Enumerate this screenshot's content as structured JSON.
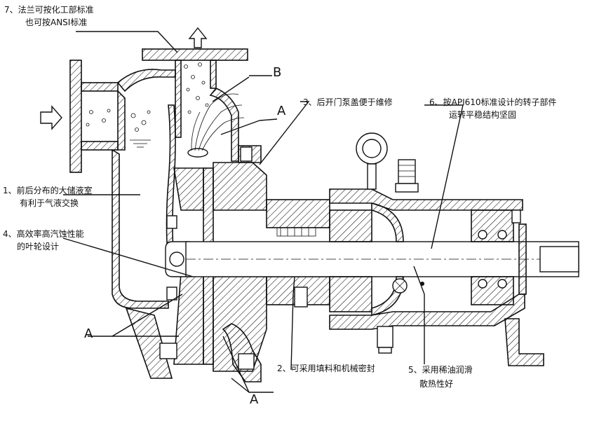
{
  "callouts": {
    "c7_line1": "7、法兰可按化工部标准",
    "c7_line2": "也可按ANSI标准",
    "c3": "3、后开门泵盖便于维修",
    "c6_line1": "6、按API610标准设计的转子部件",
    "c6_line2": "运转平稳结构坚固",
    "c1_line1": "1、前后分布的大储液室",
    "c1_line2": "有利于气液交换",
    "c4_line1": "4、高效率高汽蚀性能",
    "c4_line2": "的叶轮设计",
    "c2": "2、可采用填料和机械密封",
    "c5_line1": "5、采用稀油润滑",
    "c5_line2": "散热性好"
  },
  "letters": {
    "b": "B",
    "a_top": "A",
    "a_left": "A",
    "a_bottom": "A"
  }
}
